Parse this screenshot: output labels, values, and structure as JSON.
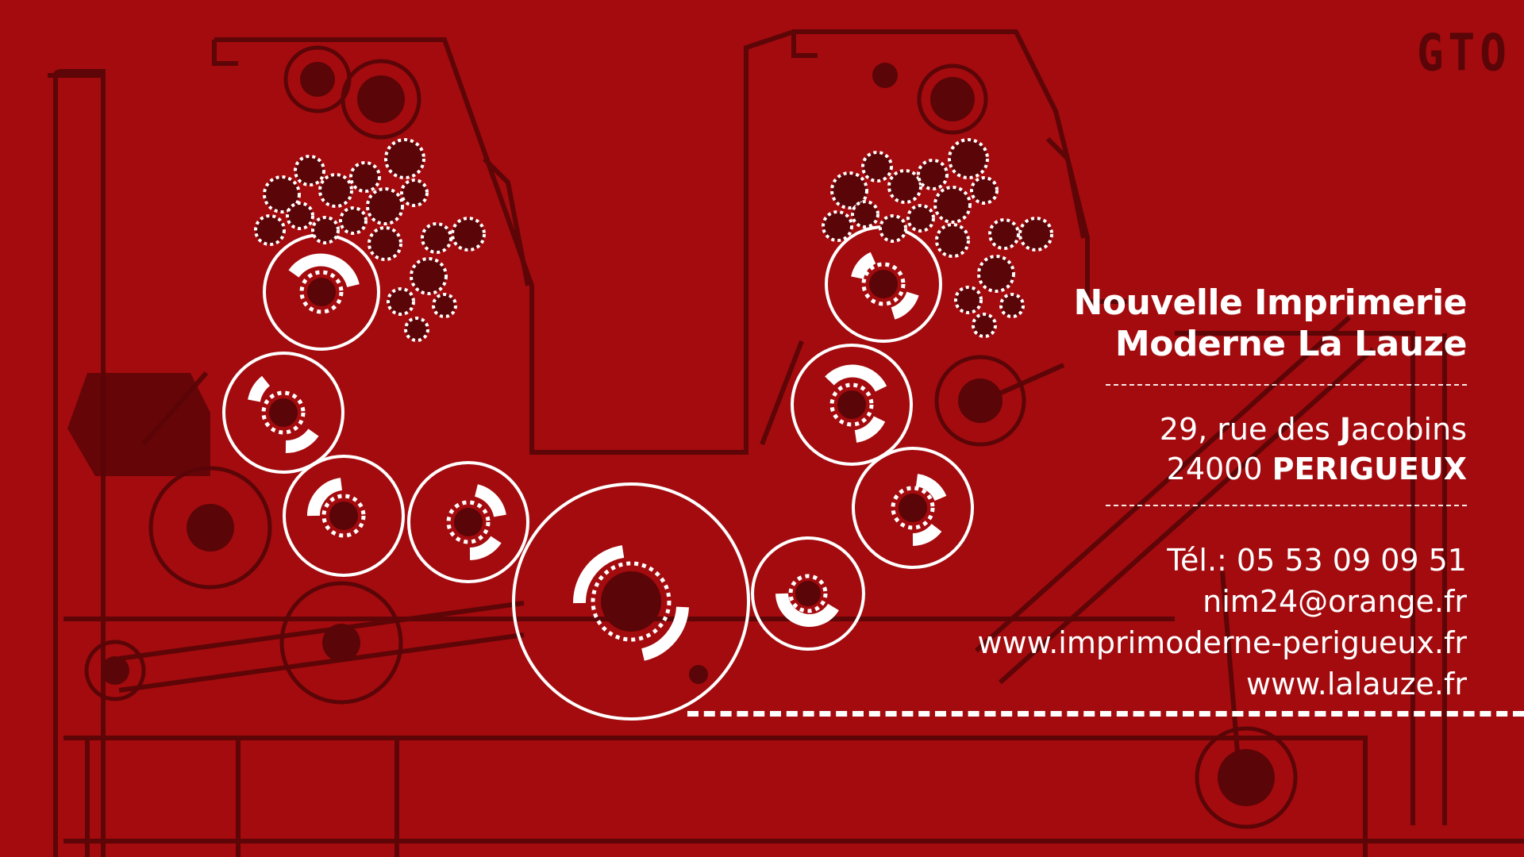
{
  "brand_mark": "GTO",
  "company": {
    "line1": "Nouvelle Imprimerie",
    "line2": "Moderne La Lauze"
  },
  "address": {
    "street_prefix": "29, rue des ",
    "street_initial": "J",
    "street_rest": "acobins",
    "postcode": "24000 ",
    "city": "PERIGUEUX"
  },
  "contact": {
    "phone": "Tél.: 05 53 09 09 51",
    "email": "nim24@orange.fr",
    "website1": "www.imprimoderne-perigueux.fr",
    "website2": "www.lalauze.fr"
  },
  "colors": {
    "background": "#a30b0e",
    "drawing": "#5a0507",
    "text": "#ffffff"
  }
}
